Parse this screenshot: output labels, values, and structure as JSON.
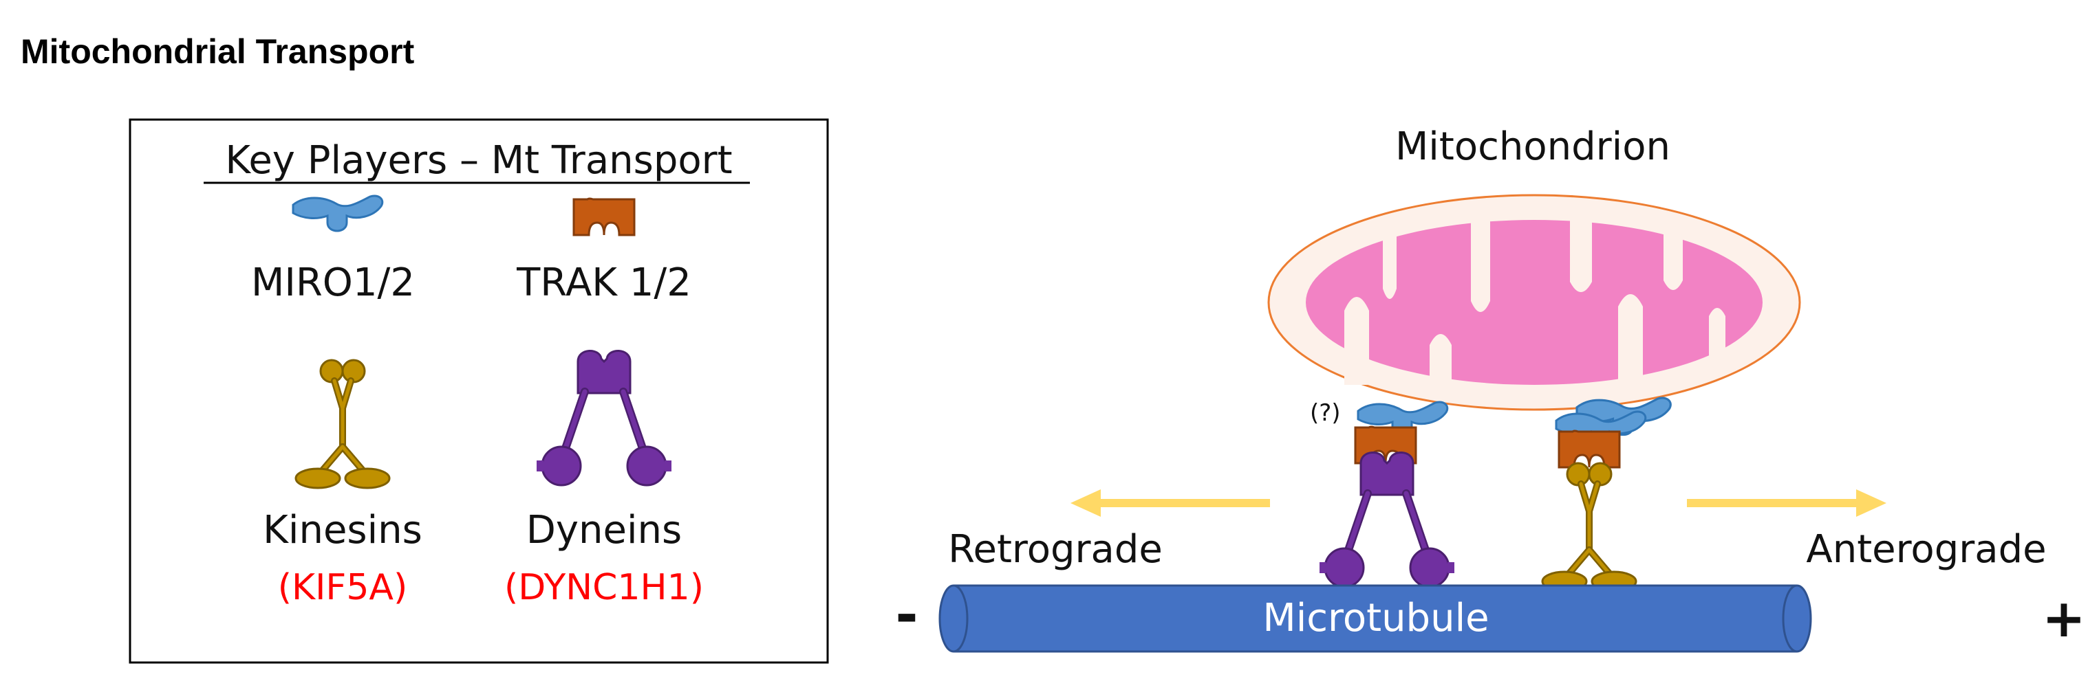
{
  "title": "Mitochondrial Transport",
  "legend": {
    "heading": "Key Players – Mt Transport",
    "items": [
      {
        "label": "MIRO1/2",
        "icon": "miro-icon"
      },
      {
        "label": "TRAK 1/2",
        "icon": "trak-icon"
      },
      {
        "label": "Kinesins",
        "gene": "(KIF5A)",
        "icon": "kinesin-icon"
      },
      {
        "label": "Dyneins",
        "gene": "(DYNC1H1)",
        "icon": "dynein-icon"
      }
    ]
  },
  "diagram": {
    "organelle_label": "Mitochondrion",
    "uncertain_marker": "(?)",
    "retrograde_label": "Retrograde",
    "anterograde_label": "Anterograde",
    "microtubule_label": "Microtubule",
    "minus_end": "-",
    "plus_end": "+"
  },
  "colors": {
    "miro": "#5b9bd5",
    "trak": "#c55a11",
    "kinesin": "#bf9000",
    "dynein": "#7030a0",
    "microtubule": "#4472c4",
    "arrow": "#ffd966",
    "gene_text": "#ff0000",
    "mito_outer": "#fdf1ea",
    "mito_outer_stroke": "#ed7d31",
    "mito_matrix": "#f282c4"
  }
}
